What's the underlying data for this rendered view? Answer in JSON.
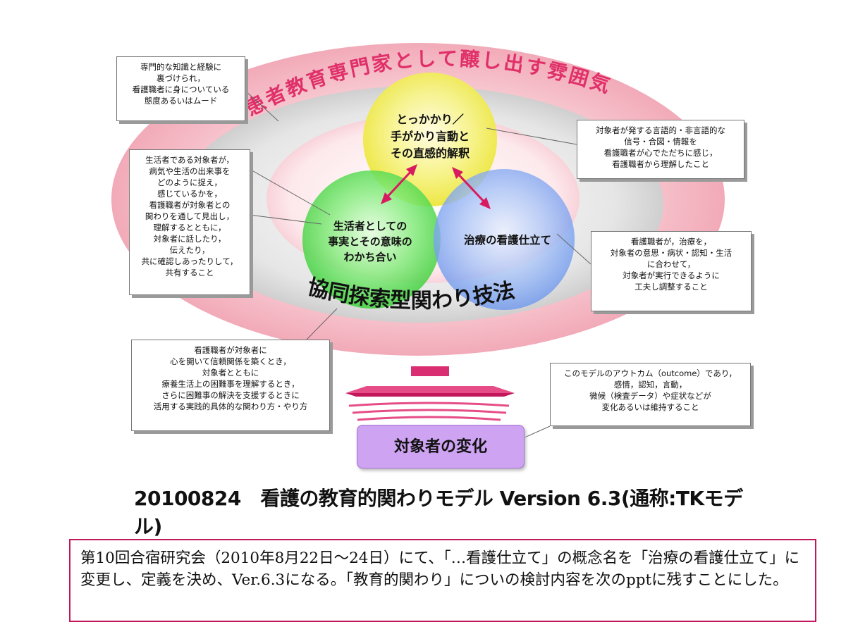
{
  "diagram": {
    "arc_top_text": "患者教育専門家として醸し出す雰囲気",
    "ring_bottom_text": "協同探索型関わり技法",
    "circle_yellow_text": "とっかかり／\n手がかり言動と\nその直感的解釈",
    "circle_green_text": "生活者としての\n事実とその意味の\nわかち合い",
    "circle_blue_text": "治療の看護仕立て",
    "outcome_label": "対象者の変化",
    "notes": {
      "atmosphere": "専門的な知識と経験に\n裏づけられ，\n看護職者に身についている\n態度あるいはムード",
      "cues": "対象者が発する言語的・非言語的な\n信号・合図・情報を\n看護職者が心でただちに感じ，\n看護職者から理解したこと",
      "life": "生活者である対象者が，\n病気や生活の出来事を\nどのように捉え，\n感じているかを，\n看護職者が対象者との\n関わりを通して見出し，\n理解するとともに，\n対象者に話したり，\n伝えたり，\n共に確認しあったりして，\n共有すること",
      "treatment": "看護職者が，治療を，\n対象者の意思・病状・認知・生活\nに合わせて，\n対象者が実行できるように\n工夫し調整すること",
      "technique": "看護職者が対象者に\n心を開いて信頼関係を築くとき，\n対象者とともに\n療養生活上の困難事を理解するとき，\nさらに困難事の解決を支援するときに\n活用する実践的具体的な関わり方・やり方",
      "outcome": "このモデルのアウトカム（outcome）であり，\n感情，認知，言動，\n微候（検査データ）や症状などが\n変化あるいは維持すること"
    }
  },
  "title": "20100824　看護の教育的関わりモデル Version 6.3(通称:TKモデル)",
  "footer_text": "第10回合宿研究会（2010年8月22日～24日）にて、「…看護仕立て」の概念名を「治療の看護仕立て」に変更し、定義を決め、Ver.6.3になる。「教育的関わり」についの検討内容を次のpptに残すことにした。",
  "colors": {
    "outer_ring": "#f3b3bf",
    "middle_ring": "#d9d9d9",
    "inner_glow": "#fbe2e6",
    "yellow_circle": "#f3f05a",
    "green_circle": "#4cd84a",
    "blue_circle": "#7ea6f2",
    "arrow": "#d81b60",
    "outcome_box": "#cda3f2",
    "footer_border": "#c2185b"
  }
}
